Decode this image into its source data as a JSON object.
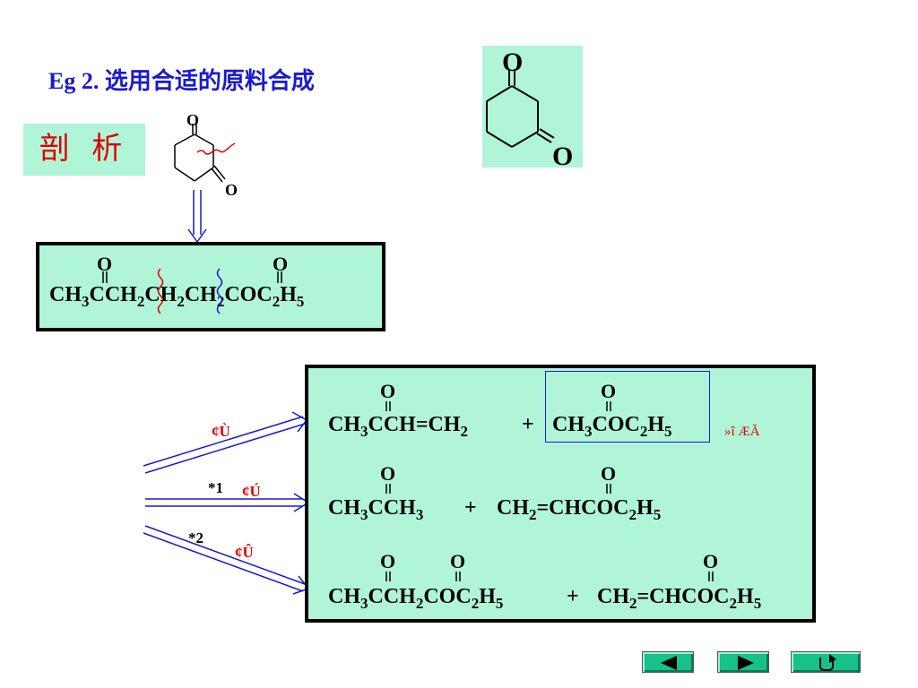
{
  "title": "Eg 2.  选用合适的原料合成",
  "analysis_label": "剖 析",
  "diketone_O": "O",
  "box1": {
    "O1": "O",
    "O2": "O",
    "formula": [
      "CH",
      "3",
      "CCH",
      "2",
      "CH",
      "2",
      "CH",
      "2",
      "COC",
      "2",
      "H",
      "5"
    ]
  },
  "routes": [
    {
      "o_marks": [
        "O",
        "O"
      ],
      "formula_a": [
        "CH",
        "3",
        "CCH=CH",
        "2"
      ],
      "plus": "+",
      "formula_b": [
        "CH",
        "3",
        "COC",
        "2",
        "H",
        "5"
      ],
      "note": "»î ÆÃ"
    },
    {
      "o_marks": [
        "O",
        "O"
      ],
      "formula_a": [
        "CH",
        "3",
        "CCH",
        "3"
      ],
      "plus": "+",
      "formula_b": [
        "CH",
        "2",
        "=CHCOC",
        "2",
        "H",
        "5"
      ]
    },
    {
      "o_marks": [
        "O",
        "O",
        "O"
      ],
      "formula_a": [
        "CH",
        "3",
        "CCH",
        "2",
        "COC",
        "2",
        "H",
        "5"
      ],
      "plus": "+",
      "formula_b": [
        "CH",
        "2",
        "=CHCOC",
        "2",
        "H",
        "5"
      ]
    }
  ],
  "arrow_labels": {
    "a1": "¢Ù",
    "a2_star": "*1",
    "a2": "¢Ú",
    "a3_star": "*2",
    "a3": "¢Û"
  },
  "colors": {
    "accent_bg": "#b0f5d8",
    "title": "#1a1ad0",
    "red": "#e00000",
    "arrows": "#1a1ad0"
  },
  "nav": {
    "prev_icon": "left-triangle-icon",
    "next_icon": "right-triangle-icon",
    "return_icon": "return-icon"
  }
}
